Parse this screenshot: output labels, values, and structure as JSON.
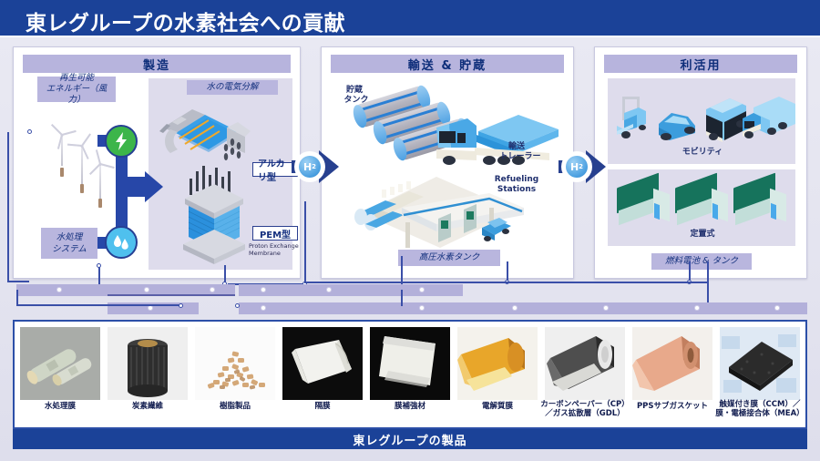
{
  "header": {
    "title": "東レグループの水素社会への貢献"
  },
  "sections": [
    {
      "id": "manufacturing",
      "title": "製造",
      "labels": {
        "renewable": "再生可能\nエネルギー（風力）",
        "renewable_line1": "再生可能",
        "renewable_line2": "エネルギー（風力）",
        "water_treatment_line1": "水処理",
        "water_treatment_line2": "システム",
        "electrolysis": "水の電気分解",
        "alkaline": "アルカリ型",
        "pem": "PEM型",
        "pem_sub_line1": "Proton Exchange",
        "pem_sub_line2": "Membrane"
      },
      "icons": {
        "power": "lightning-bolt-icon",
        "water": "water-drop-icon"
      }
    },
    {
      "id": "transport_storage",
      "title": "輸送 & 貯蔵",
      "labels": {
        "storage_tank_line1": "貯蔵",
        "storage_tank_line2": "タンク",
        "trailer_line1": "輸送",
        "trailer_line2": "トレーラー",
        "refueling_line1": "Refueling",
        "refueling_line2": "Stations",
        "high_pressure_tank": "高圧水素タンク"
      }
    },
    {
      "id": "utilization",
      "title": "利活用",
      "labels": {
        "mobility": "モビリティ",
        "stationary": "定置式",
        "fuel_cell_tank": "燃料電池 & タンク"
      }
    }
  ],
  "connectors": {
    "h2_badge": "H",
    "h2_subscript": "2"
  },
  "products": {
    "footer_label": "東レグループの製品",
    "items": [
      {
        "caption": "水処理膜",
        "image": "water-treatment-membrane-photo"
      },
      {
        "caption": "炭素繊維",
        "image": "carbon-fiber-spool-photo"
      },
      {
        "caption": "樹脂製品",
        "image": "resin-pellets-photo"
      },
      {
        "caption": "隔膜",
        "image": "separator-film-photo"
      },
      {
        "caption": "膜補強材",
        "image": "membrane-reinforcement-photo"
      },
      {
        "caption": "電解質膜",
        "image": "electrolyte-membrane-roll-photo"
      },
      {
        "caption": "カーボンペーパー（CP）\n／ガス拡散層（GDL）",
        "caption_line1": "カーボンペーパー（CP）",
        "caption_line2": "／ガス拡散層（GDL）",
        "image": "carbon-paper-gdl-roll-photo"
      },
      {
        "caption": "PPSサブガスケット",
        "image": "pps-sub-gasket-roll-photo"
      },
      {
        "caption": "触媒付き膜（CCM）／\n膜・電極接合体（MEA）",
        "caption_line1": "触媒付き膜（CCM）／",
        "caption_line2": "膜・電極接合体（MEA）",
        "image": "ccm-mea-sheet-photo"
      }
    ]
  },
  "colors": {
    "header_blue": "#1b4298",
    "panel_heading": "#b7b4dd",
    "chip": "#b9b6de",
    "arrow_navy": "#27408f",
    "accent_green": "#3cb54a",
    "accent_cyan": "#4fc0ee",
    "roof_green": "#16735c",
    "connector_bar": "#b3b0da"
  }
}
